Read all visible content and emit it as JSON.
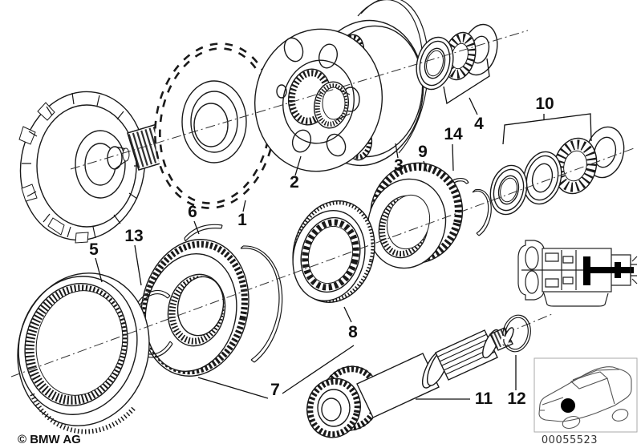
{
  "diagram": {
    "callouts": [
      "1",
      "2",
      "3",
      "4",
      "5",
      "6",
      "7",
      "8",
      "9",
      "10",
      "11",
      "12",
      "13",
      "14"
    ],
    "copyright": "© BMW AG",
    "part_number": "00055523",
    "colors": {
      "line": "#1a1a1a",
      "highlight": "#000000",
      "background": "#ffffff"
    }
  }
}
